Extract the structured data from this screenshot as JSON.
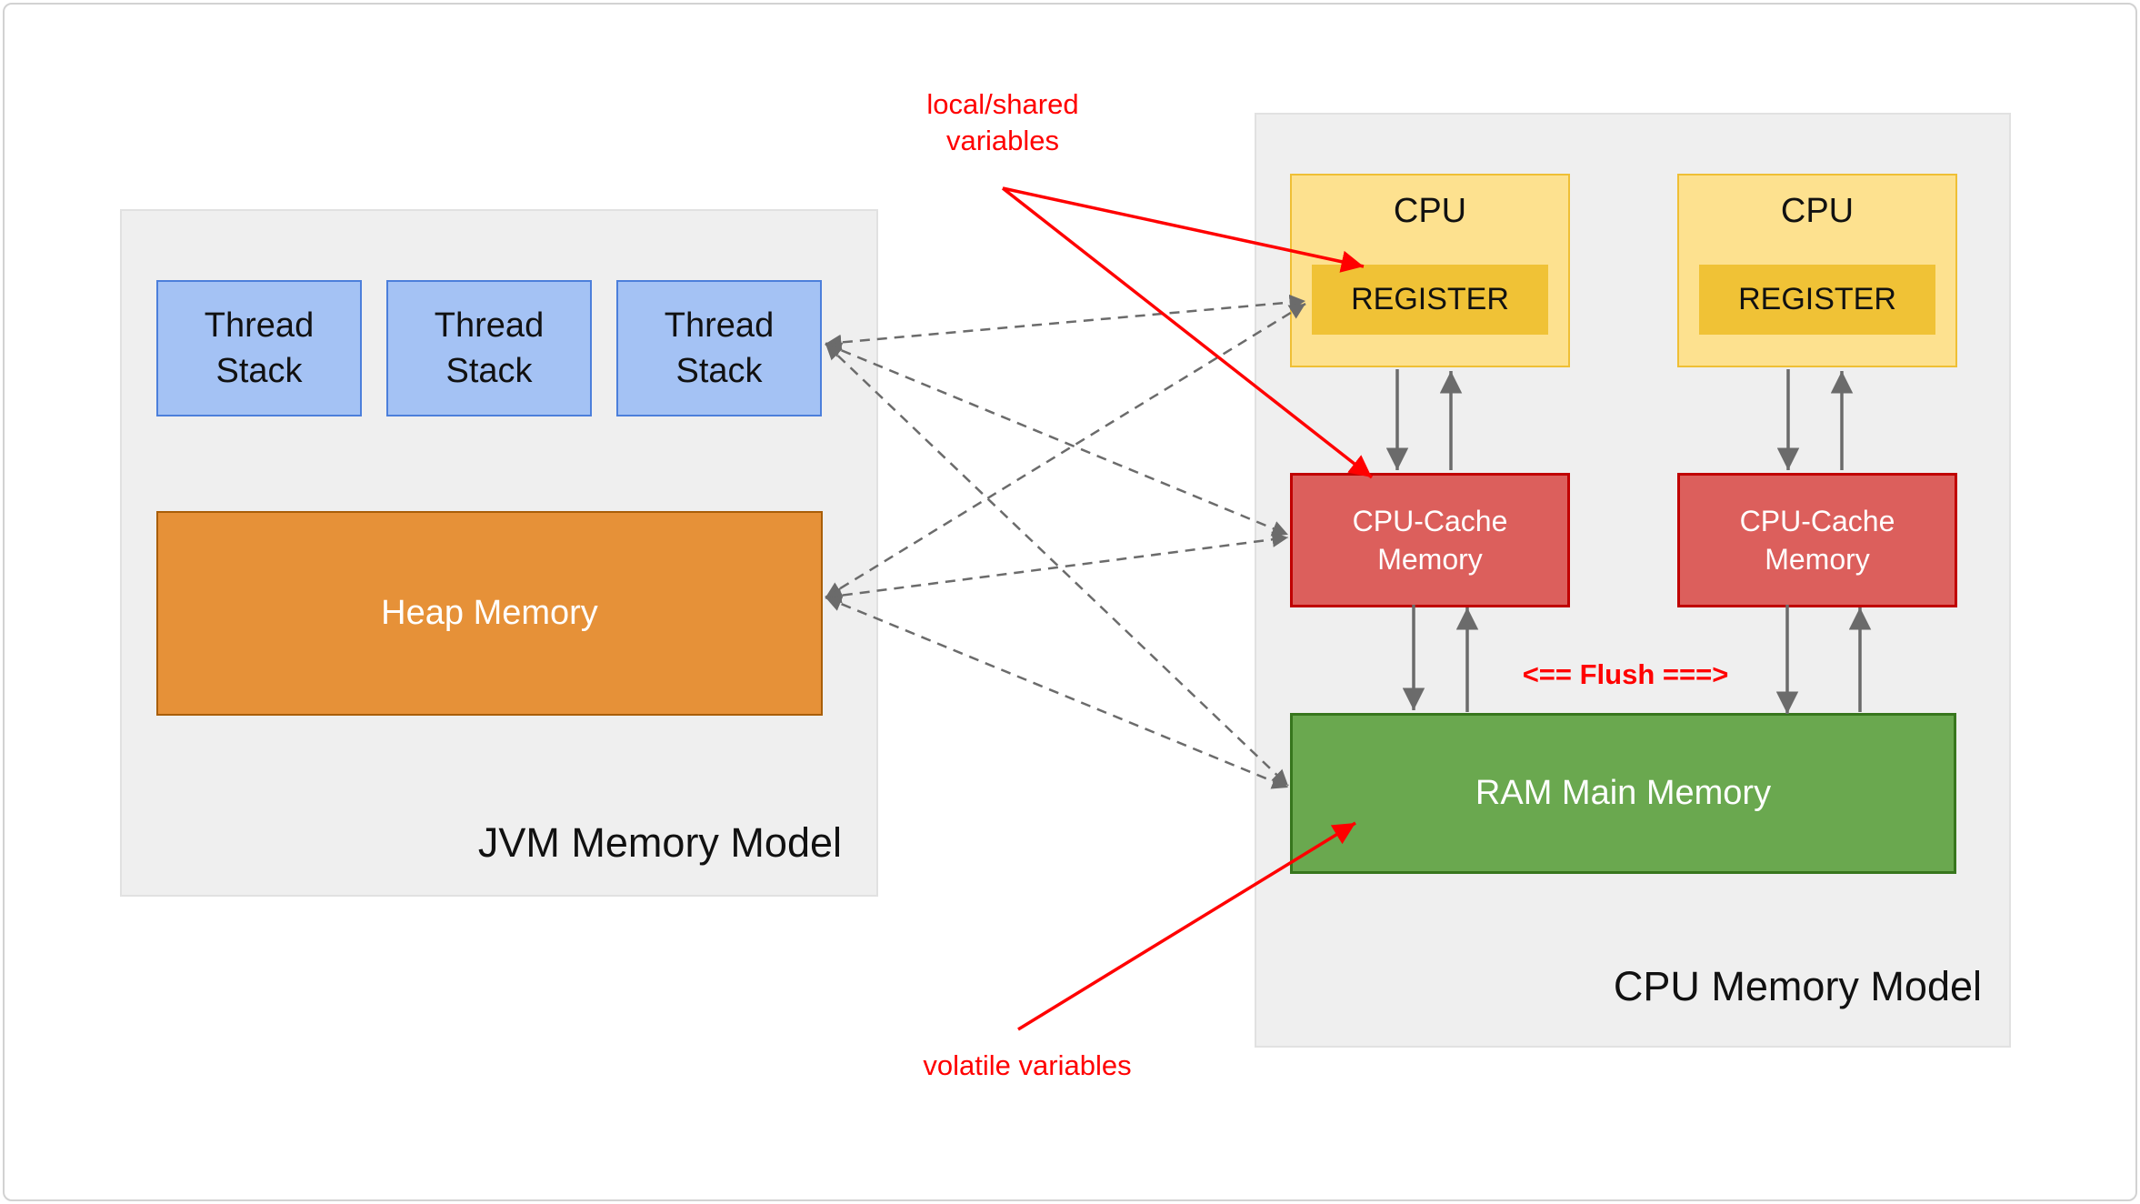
{
  "jvm_panel": {
    "title": "JVM Memory Model",
    "thread_stacks": [
      "Thread Stack",
      "Thread Stack",
      "Thread Stack"
    ],
    "heap_label": "Heap Memory"
  },
  "cpu_panel": {
    "title": "CPU Memory Model",
    "cpu_units": [
      {
        "cpu_label": "CPU",
        "register_label": "REGISTER",
        "cache_label": "CPU-Cache Memory"
      },
      {
        "cpu_label": "CPU",
        "register_label": "REGISTER",
        "cache_label": "CPU-Cache Memory"
      }
    ],
    "ram_label": "RAM Main Memory",
    "flush_label": "<== Flush ===>"
  },
  "annotations": {
    "local_shared": "local/shared variables",
    "volatile": "volatile variables"
  },
  "colors": {
    "panel_fill": "#efefef",
    "panel_border": "#e1e1e1",
    "frame_border": "#d2d2d2",
    "blue_fill": "#a4c2f4",
    "blue_border": "#4c7fdb",
    "orange_fill": "#e69138",
    "orange_border": "#a85e08",
    "yellow_fill": "#fde18f",
    "yellow_border": "#efbf35",
    "register_fill": "#f0c236",
    "red_fill": "#dc5f5c",
    "red_border": "#c00000",
    "green_fill": "#6aa84f",
    "green_border": "#37761d",
    "arrow_grey": "#6b6b6b",
    "annotation_red": "#ff0000"
  }
}
